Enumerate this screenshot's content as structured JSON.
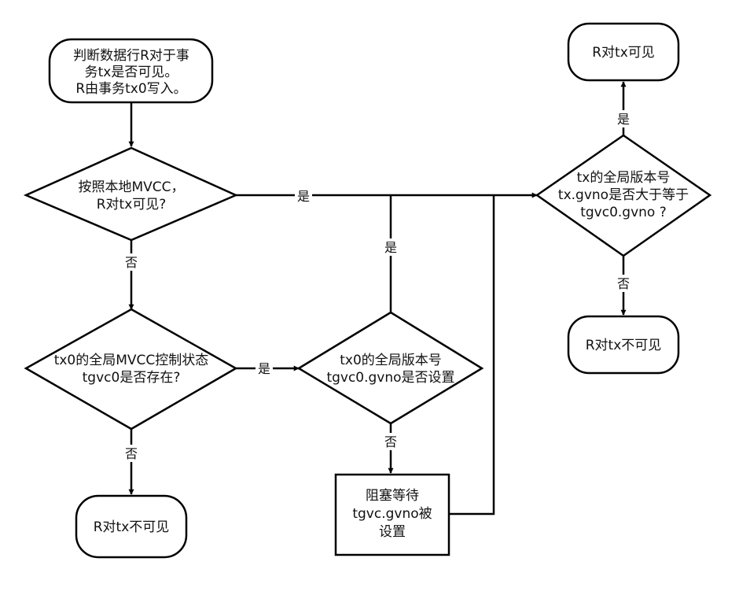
{
  "nodes": {
    "start": {
      "lines": [
        "判断数据行R对于事",
        "务tx是否可见。",
        "R由事务tx0写入。"
      ]
    },
    "local_mvcc": {
      "lines": [
        "按照本地MVCC，",
        "R对tx可见?"
      ]
    },
    "global_state": {
      "lines": [
        "tx0的全局MVCC控制状态",
        "tgvc0是否存在?"
      ]
    },
    "tx0_version": {
      "lines": [
        "tx0的全局版本号",
        "tgvc0.gvno是否设置"
      ]
    },
    "tx_version": {
      "lines": [
        "tx的全局版本号",
        "tx.gvno是否大于等于",
        "tgvc0.gvno ?"
      ]
    },
    "visible": {
      "lines": [
        "R对tx可见"
      ]
    },
    "invisible_right": {
      "lines": [
        "R对tx不可见"
      ]
    },
    "invisible_left": {
      "lines": [
        "R对tx不可见"
      ]
    },
    "wait": {
      "lines": [
        "阻塞等待",
        "tgvc.gvno被",
        "设置"
      ]
    }
  },
  "edge_labels": {
    "local_yes": "是",
    "local_no": "否",
    "global_yes": "是",
    "global_no": "否",
    "tx0_yes": "是",
    "tx0_no": "否",
    "tx_yes": "是",
    "tx_no": "否"
  }
}
